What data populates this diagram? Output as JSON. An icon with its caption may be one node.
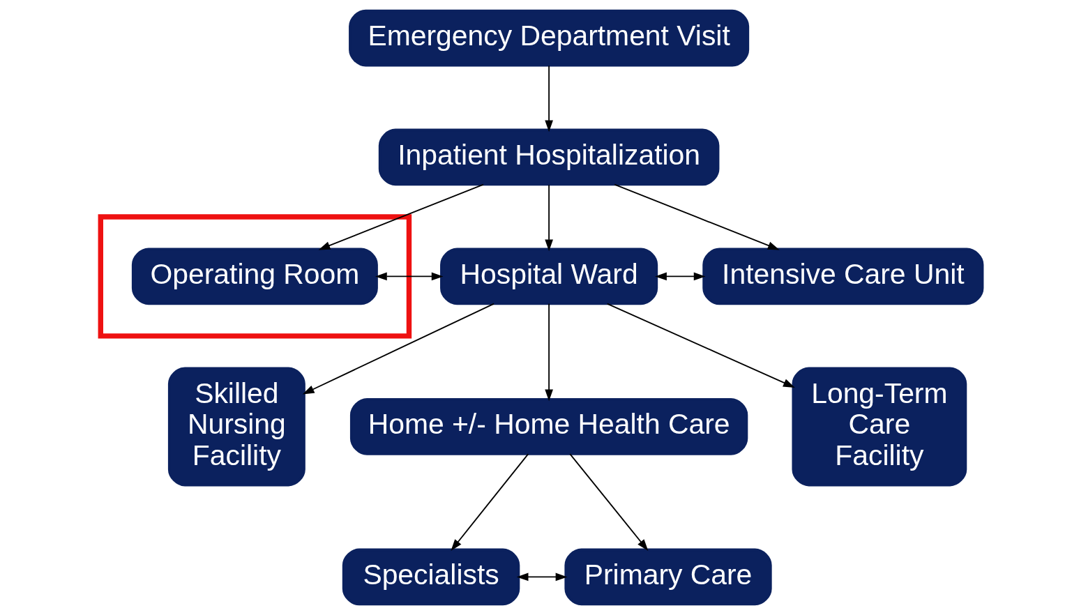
{
  "diagram": {
    "nodes": [
      {
        "text": [
          "Emergency Department Visit"
        ]
      },
      {
        "text": [
          "Inpatient Hospitalization"
        ]
      },
      {
        "text": [],
        "shape": "box"
      },
      {
        "text": [
          "Operating Room"
        ],
        "in": 2
      },
      {
        "text": [
          "Hospital Ward"
        ]
      },
      {
        "text": [
          "Intensive Care Unit"
        ]
      },
      {
        "text": [
          "Skilled Nursing Facility"
        ]
      },
      {
        "text": [
          "Home +/- Home Health Care"
        ]
      },
      {
        "text": [
          "Long-Term Care Facility"
        ]
      },
      {
        "text": [
          "Specialists"
        ]
      },
      {
        "text": [
          "Primary Care"
        ]
      }
    ],
    "edges": [
      {
        "from": 0,
        "to": 1,
        "arrow": "to"
      },
      {
        "from": 1,
        "to": 3,
        "arrow": "to"
      },
      {
        "from": 1,
        "to": 4,
        "arrow": "to"
      },
      {
        "from": 1,
        "to": 5,
        "arrow": "to"
      },
      {
        "from": 3,
        "to": 4,
        "arrow": "both"
      },
      {
        "from": 4,
        "to": 5,
        "arrow": "both"
      },
      {
        "from": 4,
        "to": 6,
        "arrow": "to"
      },
      {
        "from": 4,
        "to": 7,
        "arrow": "to"
      },
      {
        "from": 4,
        "to": 8,
        "arrow": "to"
      },
      {
        "from": 7,
        "to": 9,
        "arrow": "to"
      },
      {
        "from": 7,
        "to": 10,
        "arrow": "to"
      },
      {
        "from": 9,
        "to": 10,
        "arrow": "both"
      }
    ]
  }
}
